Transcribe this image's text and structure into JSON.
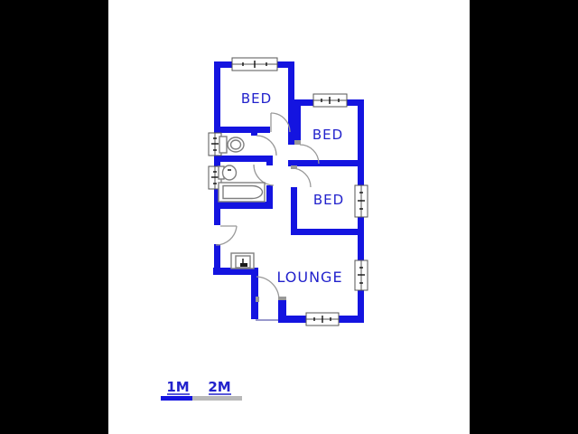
{
  "title": "floor-plan",
  "colors": {
    "background": "#000000",
    "panel": "#ffffff",
    "wall": "#1414e0",
    "label": "#2222cc",
    "fixture": "#808080",
    "window_frame": "#555555",
    "door_gray": "#999999",
    "frame_gray": "#999999",
    "threshold": "#9999cc",
    "scale_gray": "#b8b8b8"
  },
  "rooms": {
    "bed1": {
      "label": "BED"
    },
    "bed2": {
      "label": "BED"
    },
    "bed3": {
      "label": "BED"
    },
    "lounge": {
      "label": "LOUNGE"
    }
  },
  "fixtures": [
    "toilet-icon",
    "sink-icon",
    "bathtub-icon",
    "stove-icon"
  ],
  "scale_bar": {
    "label_1m": "1M",
    "label_2m": "2M"
  }
}
